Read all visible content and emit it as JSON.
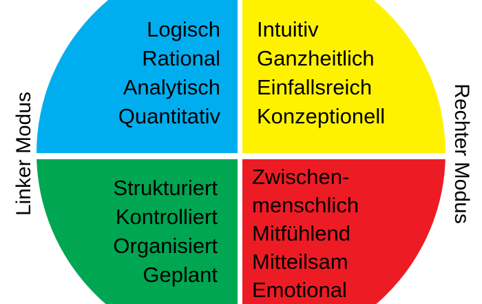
{
  "colors": {
    "blue": "#00AEEF",
    "yellow": "#FFF200",
    "green": "#00A651",
    "red": "#ED1C24"
  },
  "side_labels": {
    "left": "Linker Modus",
    "right": "Rechter Modus"
  },
  "quadrants": {
    "top_left": [
      "Logisch",
      "Rational",
      "Analytisch",
      "Quantitativ"
    ],
    "top_right": [
      "Intuitiv",
      "Ganzheitlich",
      "Einfallsreich",
      "Konzeptionell"
    ],
    "bottom_left": [
      "Strukturiert",
      "Kontrolliert",
      "Organisiert",
      "Geplant"
    ],
    "bottom_right": [
      "Zwischen-",
      "menschlich",
      "Mitfühlend",
      "Mitteilsam",
      "Emotional"
    ]
  }
}
